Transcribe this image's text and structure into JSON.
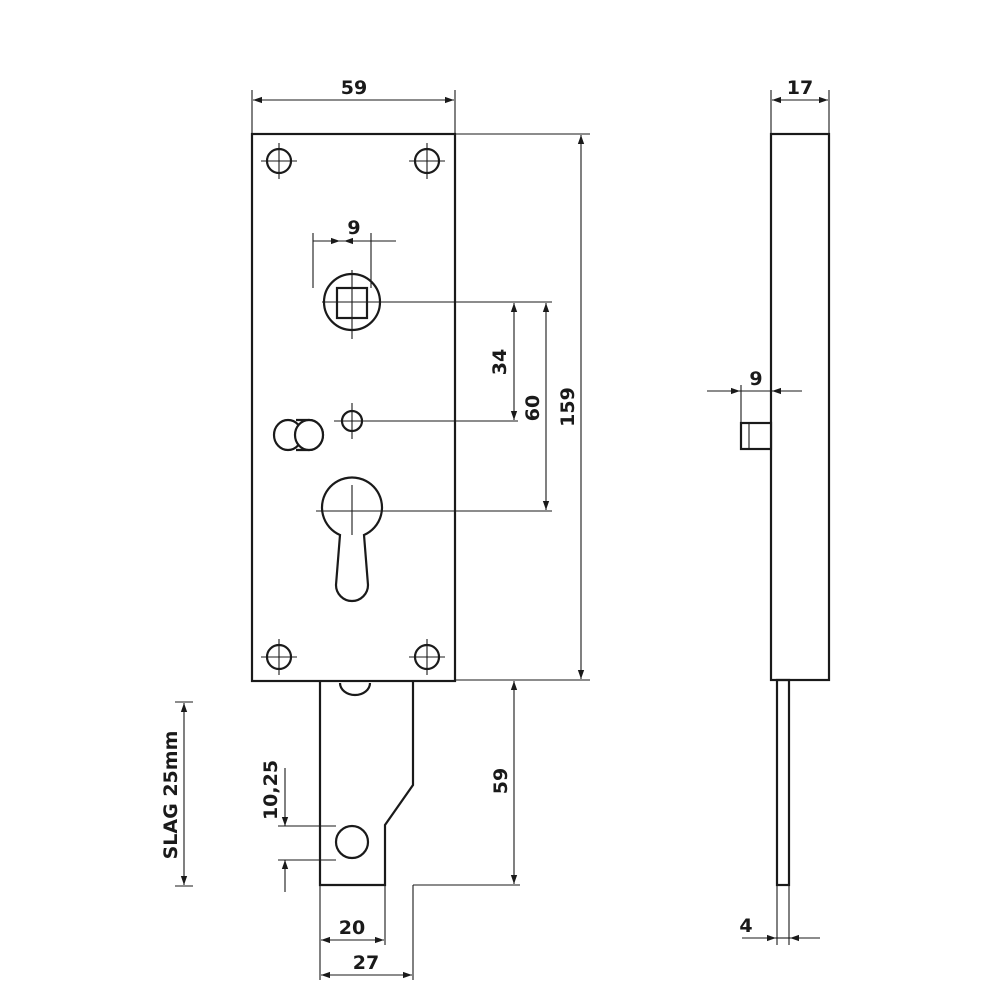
{
  "dimensions": {
    "front_width": "59",
    "spindle_square": "9",
    "spindle_to_hole": "34",
    "spindle_to_cylinder": "60",
    "total_height": "159",
    "bolt_length": "59",
    "bolt_hole_offset": "10,25",
    "bolt_width_inner": "20",
    "bolt_width_outer": "27",
    "side_depth": "17",
    "side_pin": "9",
    "side_bolt_thickness": "4"
  },
  "note": "SLAG 25mm"
}
